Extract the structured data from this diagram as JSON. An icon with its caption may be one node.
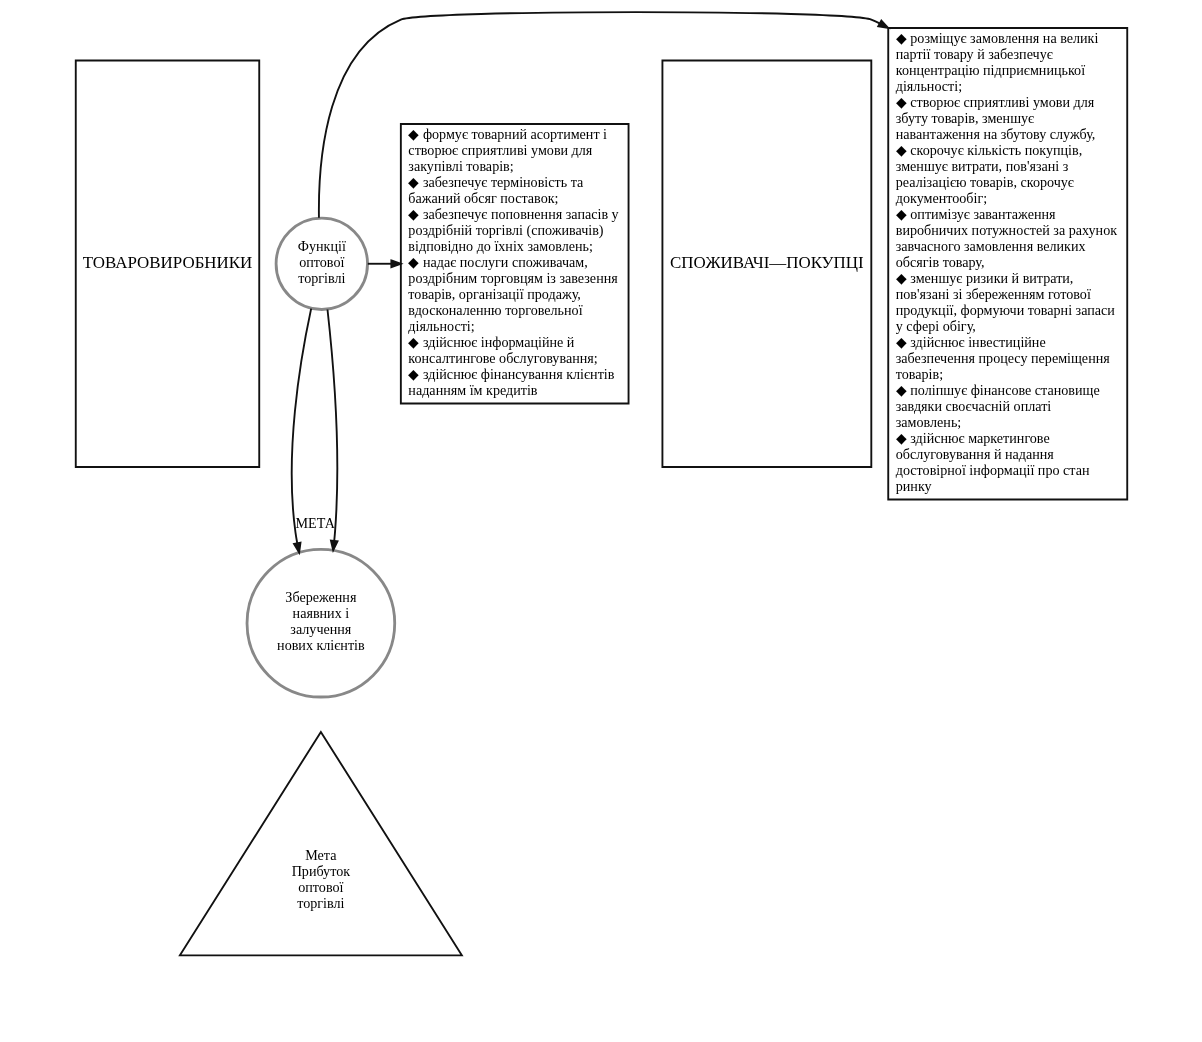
{
  "diagram": {
    "nodes": [
      {
        "text": [
          "ТОВАРОВИРОБНИКИ"
        ]
      },
      {
        "text": [
          "◆ розміщує замовлення на великі партії товару й забезпечує концентрацію підприємницької діяльності;",
          "◆ створює сприятливі умови для збуту товарів, зменшує навантаження на збутову службу,",
          "◆ скорочує кількість покупців, зменшує витрати, пов'язані з реалізацією товарів, скорочує документообіг;",
          "◆ оптимізує завантаження виробничих потужностей за рахунок завчасного замовлення великих обсягів товару,",
          "◆ зменшує ризики й витрати, пов'язані зі збереженням готової продукції, формуючи товарні запаси у сфері обігу,",
          "◆ здійснює інвестиційне забезпечення процесу переміщення товарів;",
          "◆ поліпшує фінансове становище завдяки своєчасній оплаті замовлень;",
          "◆ здійснює маркетингове обслуговування й надання достовірної інформації про стан ринку"
        ]
      },
      {
        "text": [
          "Функції оптової торгівлі"
        ]
      },
      {
        "text": [
          "◆ формує товарний асортимент і створює сприятливі умови для закупівлі товарів;",
          "◆ забезпечує терміновість та бажаний обсяг поставок;",
          "◆ забезпечує поповнення запасів у роздрібній торгівлі (споживачів) відповідно до їхніх замовлень;",
          "◆ надає послуги споживачам, роздрібним торговцям із завезення товарів, організації продажу, вдосконаленню торговельної діяльності;",
          "◆ здійснює інформаційне й консалтингове обслуговування;",
          "◆ здійснює фінансування клієнтів наданням їм кредитів"
        ]
      },
      {
        "text": [
          "СПОЖИВАЧІ—ПОКУПЦІ"
        ]
      },
      {
        "text": [
          "Збереження наявних і залучення нових клієнтів"
        ]
      },
      {
        "text": [
          "Мета Прибуток оптової торгівлі"
        ]
      }
    ],
    "edges": [
      {
        "from": 2,
        "to": 1,
        "arrow": "to"
      },
      {
        "from": 2,
        "to": 3,
        "arrow": "to"
      },
      {
        "from": 2,
        "to": 5,
        "arrow": "to",
        "label": "МЕТА"
      },
      {
        "from": 2,
        "to": 5,
        "arrow": "to"
      }
    ]
  }
}
